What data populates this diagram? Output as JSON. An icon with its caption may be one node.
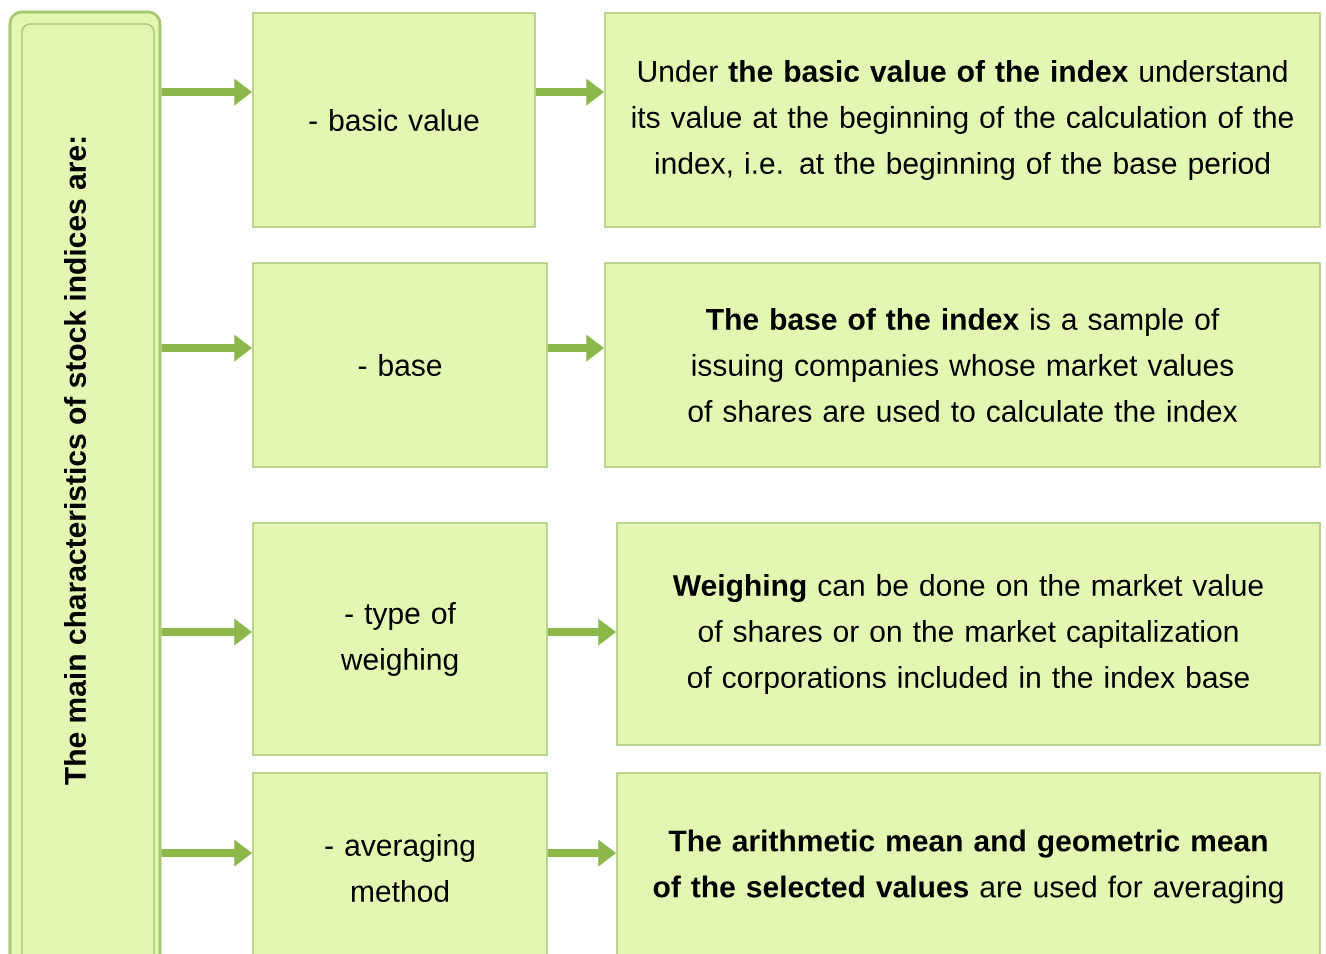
{
  "diagram": {
    "nodes": [
      {
        "text": [
          "The main characteristics of stock indices are:"
        ]
      },
      {
        "text": [
          "- basic value"
        ]
      },
      {
        "text": [
          "Under **the basic value of the index** understand its value at the beginning of the calculation of the index, i.e. at the beginning of the base period"
        ]
      },
      {
        "text": [
          "- base"
        ]
      },
      {
        "text": [
          "**The base of the index** is a sample of issuing companies whose market values of shares are used to calculate the index"
        ]
      },
      {
        "text": [
          "- type of weighing"
        ]
      },
      {
        "text": [
          "**Weighing** can be done on the market value of shares or on the market capitalization of corporations included in the index base"
        ]
      },
      {
        "text": [
          "- averaging method"
        ]
      },
      {
        "text": [
          "**The arithmetic mean and geometric mean of the selected values** are used for averaging"
        ]
      }
    ],
    "edges": [
      {
        "from": 0,
        "to": 1,
        "arrow": "to"
      },
      {
        "from": 1,
        "to": 2,
        "arrow": "to"
      },
      {
        "from": 0,
        "to": 3,
        "arrow": "to"
      },
      {
        "from": 3,
        "to": 4,
        "arrow": "to"
      },
      {
        "from": 0,
        "to": 5,
        "arrow": "to"
      },
      {
        "from": 5,
        "to": 6,
        "arrow": "to"
      },
      {
        "from": 0,
        "to": 7,
        "arrow": "to"
      },
      {
        "from": 7,
        "to": 8,
        "arrow": "to"
      }
    ]
  }
}
